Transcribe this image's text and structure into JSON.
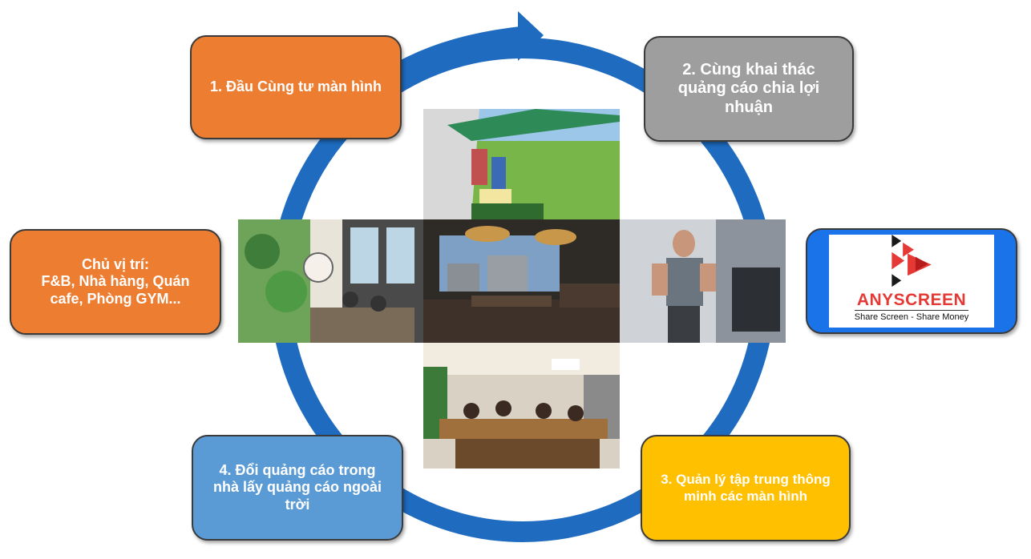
{
  "colors": {
    "cycle": "#1e6bbf",
    "step1": "#ed7d31",
    "step2": "#9e9e9e",
    "step3": "#ffc000",
    "step4": "#5b9bd5",
    "location": "#ed7d31",
    "logo_frame": "#1a73e8"
  },
  "steps": {
    "step1": "1. Đầu Cùng tư màn hình",
    "step2": "2. Cùng khai thác\nquảng cáo chia lợi\nnhuận",
    "step3": "3. Quản lý tập trung thông\nminh các màn hình",
    "step4": "4. Đổi quảng cáo trong\nnhà lấy quảng cáo ngoài\ntrời"
  },
  "location_box": "Chủ vị trí:\nF&B, Nhà hàng, Quán\ncafe, Phòng GYM...",
  "logo": {
    "name": "ANYSCREEN",
    "tagline": "Share Screen - Share Money"
  },
  "photos": {
    "golf": "photo-golf-range",
    "cafe": "photo-coffee-club",
    "restaurant": "photo-restaurant",
    "gym": "photo-gym",
    "diner": "photo-diner"
  }
}
